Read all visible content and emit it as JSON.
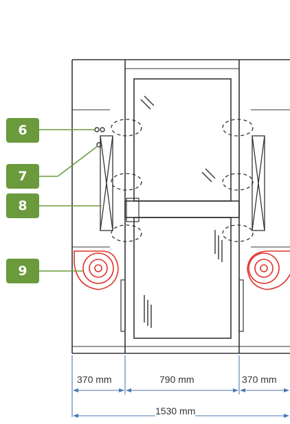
{
  "callouts": [
    {
      "id": "callout-6",
      "label": "6"
    },
    {
      "id": "callout-7",
      "label": "7"
    },
    {
      "id": "callout-8",
      "label": "8"
    },
    {
      "id": "callout-9",
      "label": "9"
    }
  ],
  "dimensions": {
    "left": "370 mm",
    "center": "790 mm",
    "right": "370 mm",
    "total": "1530 mm"
  },
  "colors": {
    "line": "#333333",
    "callout": "#6a9a3c",
    "fan": "#e0322b",
    "dimension": "#4a7ab5"
  }
}
